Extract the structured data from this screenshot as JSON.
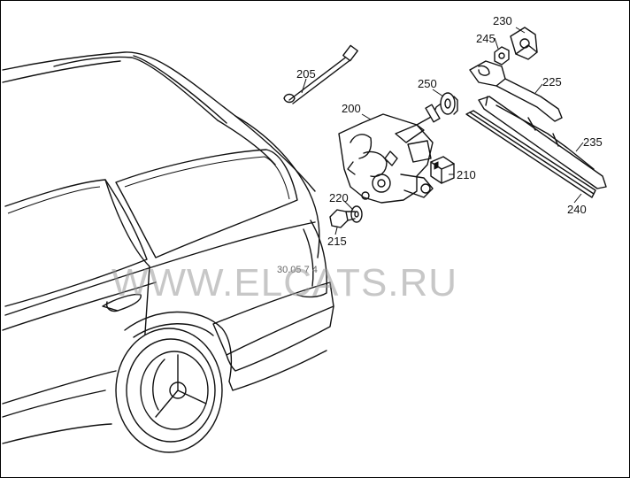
{
  "diagram": {
    "callouts": {
      "c205": "205",
      "c200": "200",
      "c250": "250",
      "c230": "230",
      "c245": "245",
      "c225": "225",
      "c235": "235",
      "c240": "240",
      "c210": "210",
      "c220": "220",
      "c215": "215"
    },
    "drawing_code": "30.05 7 4",
    "watermark": "WWW.ELCATS.RU"
  },
  "colors": {
    "line": "#111111",
    "watermark": "#9a9a9a",
    "background": "#ffffff"
  }
}
